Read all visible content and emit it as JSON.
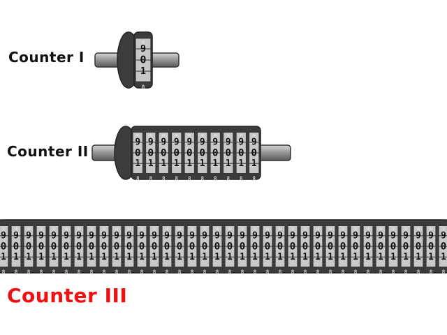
{
  "counters": [
    {
      "label": "Counter I",
      "wheels": 1
    },
    {
      "label": "Counter II",
      "wheels": 10
    },
    {
      "label": "Counter III",
      "wheels": 36
    }
  ],
  "wheel_digits": {
    "top_edge": "8",
    "upper": "9",
    "middle": "0",
    "lower": "1"
  },
  "colors": {
    "label_default": "#111111",
    "label_highlight": "#ee1111",
    "wheel_dark": "#3c3c3c",
    "wheel_face": "#c8c8c8",
    "shaft": "#888888"
  }
}
